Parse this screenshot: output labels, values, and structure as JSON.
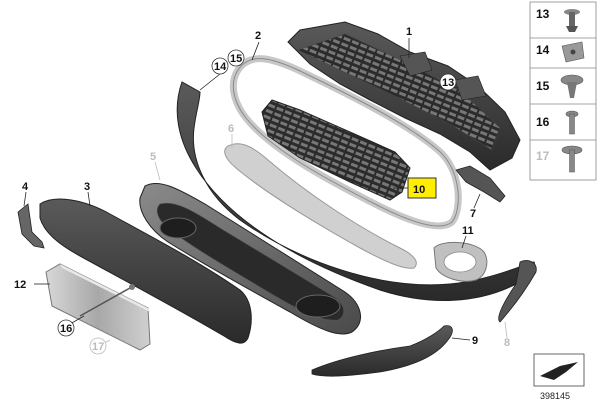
{
  "callouts": {
    "c1": "1",
    "c2": "2",
    "c3": "3",
    "c4": "4",
    "c5": "5",
    "c6": "6",
    "c7": "7",
    "c8": "8",
    "c9": "9",
    "c10": "10",
    "c11": "11",
    "c12": "12",
    "c13": "13",
    "c14": "14",
    "c15": "15",
    "c16": "16",
    "c17": "17"
  },
  "hardware_panel": {
    "items": [
      "13",
      "14",
      "15",
      "16",
      "17"
    ]
  },
  "reference_id": "398145",
  "colors": {
    "highlight": "#ffee00",
    "part_dark": "#3a3a3a",
    "part_mid": "#6e6e6e",
    "part_light": "#b8b8b8"
  }
}
